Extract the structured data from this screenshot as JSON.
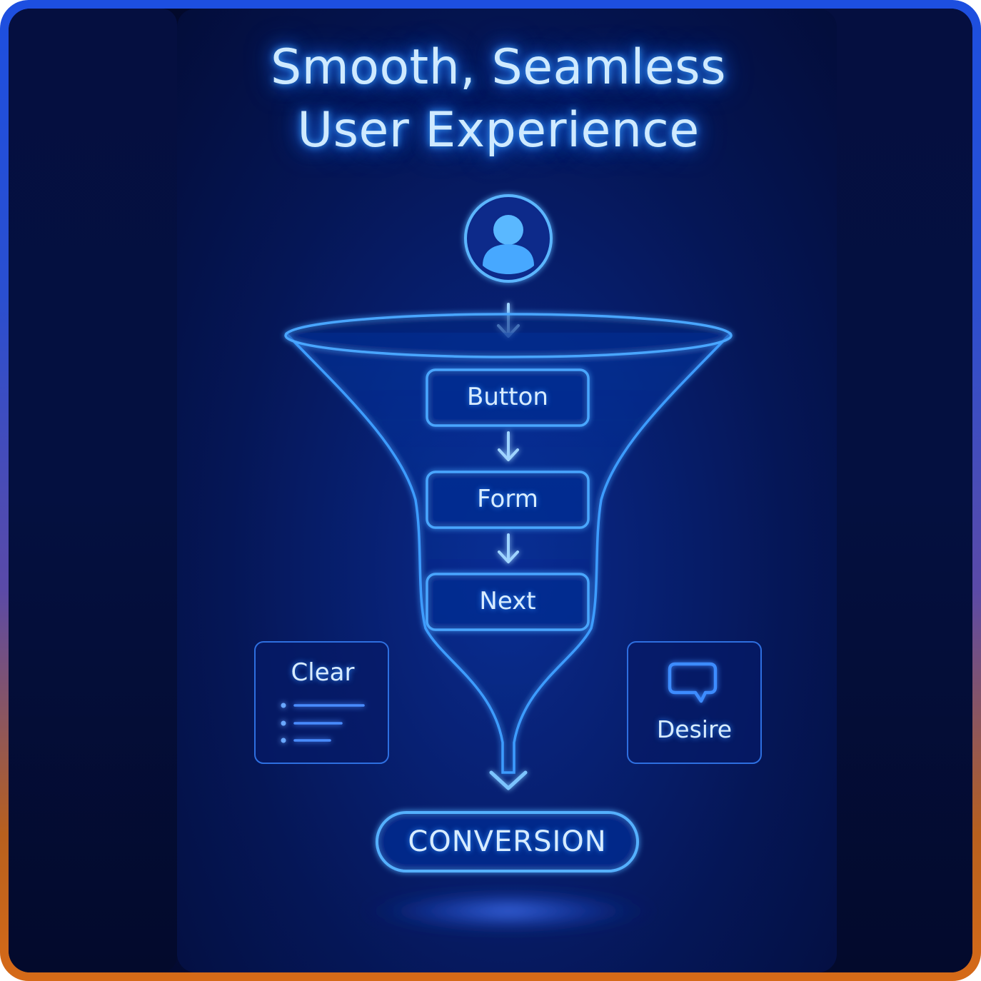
{
  "title": {
    "line1": "Smooth, Seamless",
    "line2": "User Experience"
  },
  "steps": [
    "Button",
    "Form",
    "Next"
  ],
  "side_cards": {
    "left": "Clear",
    "right": "Desire"
  },
  "result": "CONVERSION",
  "icons": {
    "top": "user-avatar-icon",
    "left_card": "list-icon",
    "right_card": "chat-bubble-icon"
  },
  "colors": {
    "glow": "#3a9cff",
    "text": "#d8ecff",
    "background": "#051656"
  }
}
